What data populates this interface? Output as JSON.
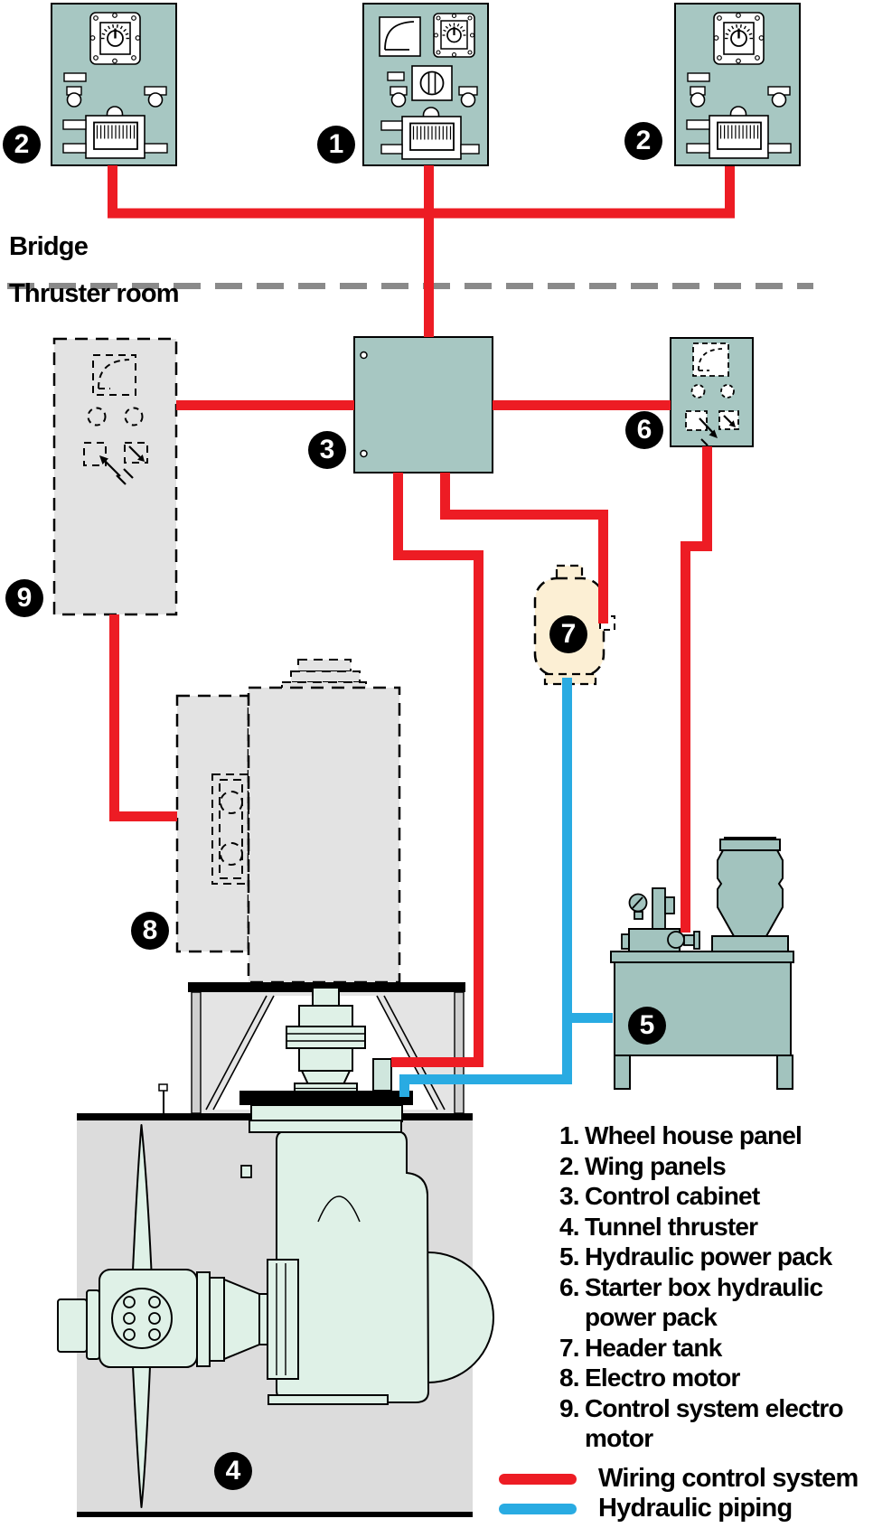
{
  "labels": {
    "bridge": "Bridge",
    "thruster_room": "Thruster room"
  },
  "badges": {
    "wing_left": "2",
    "wheel_house": "1",
    "wing_right": "2",
    "control_cabinet": "3",
    "tunnel_thruster": "4",
    "hydraulic_power_pack": "5",
    "starter_box": "6",
    "header_tank": "7",
    "electro_motor": "8",
    "control_system_electro_motor": "9"
  },
  "legend": {
    "items": [
      {
        "num": "1.",
        "label": "Wheel house panel"
      },
      {
        "num": "2.",
        "label": "Wing panels"
      },
      {
        "num": "3.",
        "label": "Control cabinet"
      },
      {
        "num": "4.",
        "label": "Tunnel thruster"
      },
      {
        "num": "5.",
        "label": "Hydraulic power pack"
      },
      {
        "num": "6.",
        "label": "Starter box hydraulic\npower pack"
      },
      {
        "num": "7.",
        "label": "Header tank"
      },
      {
        "num": "8.",
        "label": "Electro motor"
      },
      {
        "num": "9.",
        "label": "Control system electro\nmotor"
      }
    ]
  },
  "key": {
    "wiring_label": "Wiring control system",
    "wiring_color": "#ed1c24",
    "hydraulic_label": "Hydraulic piping",
    "hydraulic_color": "#29abe2"
  },
  "colors": {
    "panel_teal": "#a7c7c2",
    "equipment_gray": "#e3e3e3",
    "tunnel_gray": "#dcdcdc",
    "thruster_mint": "#dff1e7",
    "tank_cream": "#fcefd4",
    "divider_gray": "#8a8a8a"
  },
  "icons": {
    "gauge-icon": "square with quarter-arc dial",
    "rotary-dial-icon": "plate with knob and tick fan",
    "indicator-light-icon": "small circle",
    "switch-arrow-icon": "small square with diagonal arrow",
    "lever-slot-icon": "rectangle with comb slot",
    "pressure-gauge-icon": "circle with needle"
  }
}
